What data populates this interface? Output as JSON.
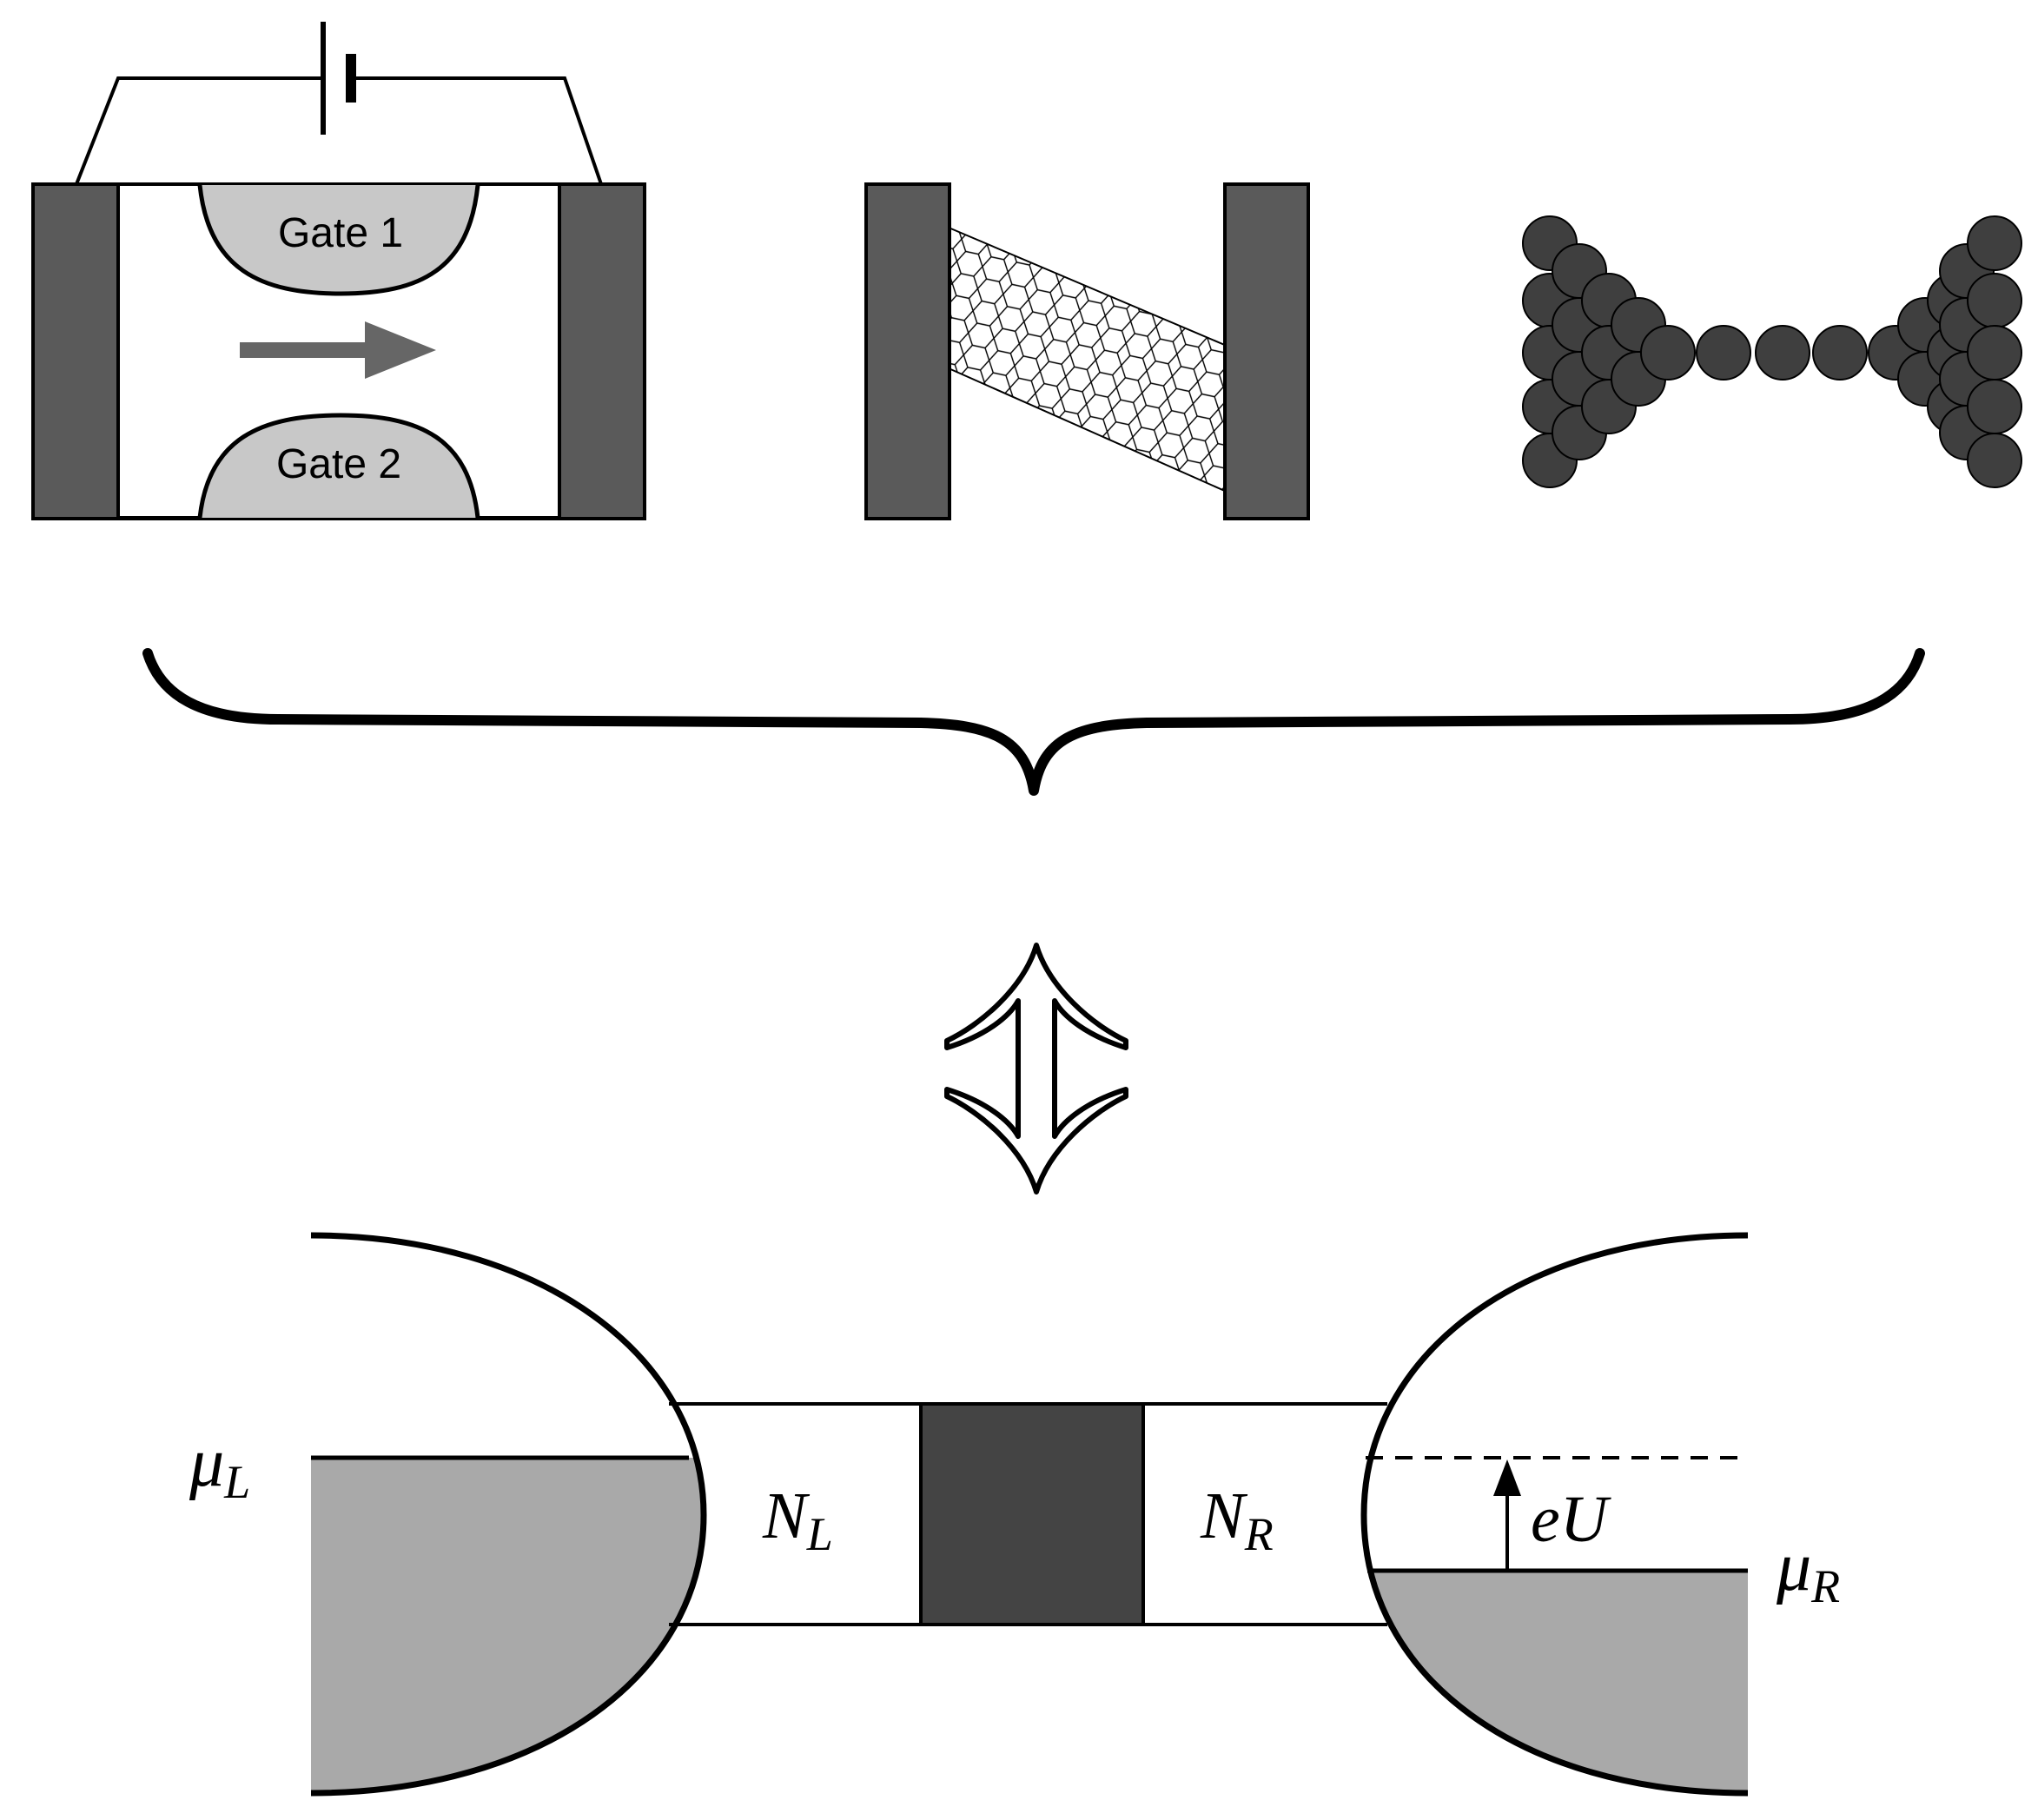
{
  "labels": {
    "gate1": "Gate 1",
    "gate2": "Gate 2",
    "nl_main": "N",
    "nl_sub": "L",
    "nr_main": "N",
    "nr_sub": "R",
    "mul_main": "μ",
    "mul_sub": "L",
    "mur_main": "μ",
    "mur_sub": "R",
    "eu": "eU"
  },
  "colors": {
    "electrode": "#5a5a5a",
    "gate_fill": "#c8c8c8",
    "arrow_gray": "#666666",
    "atom": "#3f3f3f",
    "reservoir_fill": "#a9a9a9",
    "dot": "#444444",
    "line": "#000000"
  },
  "icons": {
    "battery": "battery-icon",
    "current_arrow": "current-arrow-icon",
    "nanotube": "carbon-nanotube-icon",
    "atom_chain": "atomic-chain-icon",
    "brace": "curly-brace-icon",
    "equivalence": "double-arrow-icon"
  }
}
